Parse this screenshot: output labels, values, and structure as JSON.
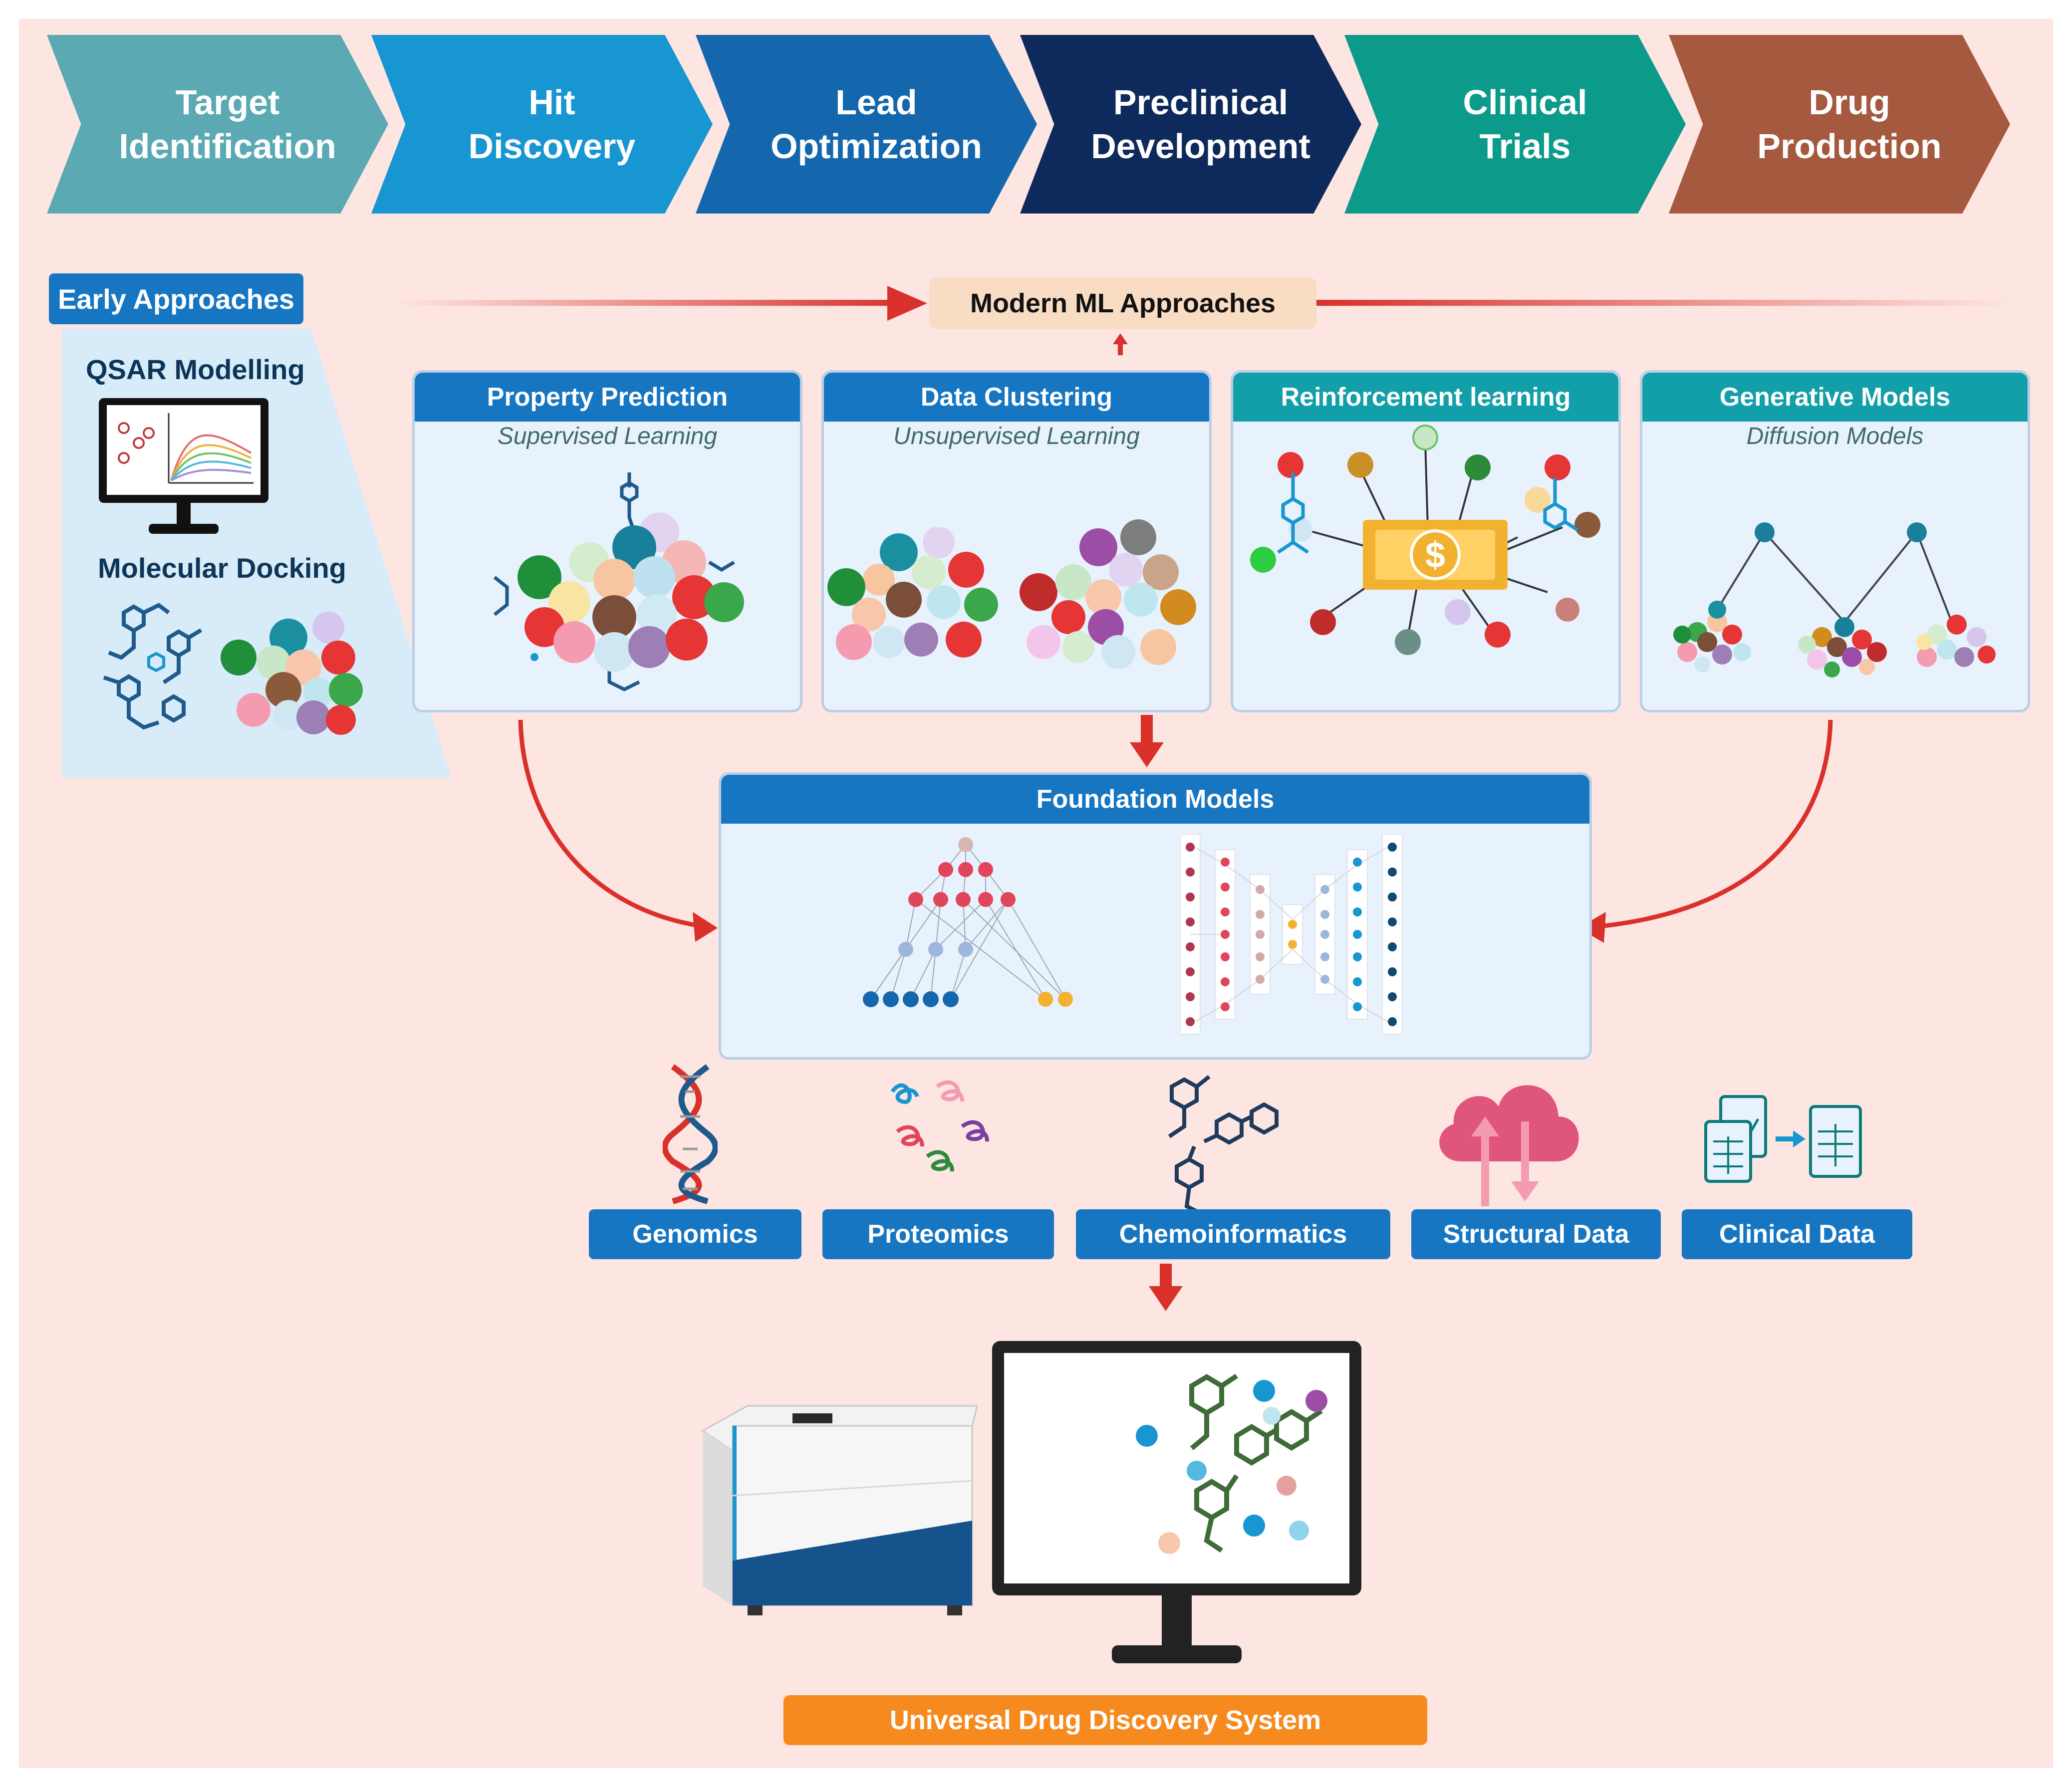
{
  "stages": [
    {
      "label": "Target\nIdentification",
      "color": "#5aa9b3"
    },
    {
      "label": "Hit\nDiscovery",
      "color": "#1896d2"
    },
    {
      "label": "Lead\nOptimization",
      "color": "#1567ad"
    },
    {
      "label": "Preclinical\nDevelopment",
      "color": "#0e2a5c"
    },
    {
      "label": "Clinical\nTrials",
      "color": "#0c9a8a"
    },
    {
      "label": "Drug\nProduction",
      "color": "#a55a3f"
    }
  ],
  "early": {
    "title": "Early Approaches",
    "qsar": "QSAR Modelling",
    "docking": "Molecular Docking"
  },
  "modern_ml": "Modern ML Approaches",
  "cards": [
    {
      "title": "Property Prediction",
      "subtitle": "Supervised Learning"
    },
    {
      "title": "Data Clustering",
      "subtitle": "Unsupervised Learning"
    },
    {
      "title": "Reinforcement learning",
      "subtitle": ""
    },
    {
      "title": "Generative Models",
      "subtitle": "Diffusion Models"
    }
  ],
  "foundation": "Foundation Models",
  "data_types": [
    "Genomics",
    "Proteomics",
    "Chemoinformatics",
    "Structural Data",
    "Clinical Data"
  ],
  "universal": "Universal Drug Discovery System",
  "colors": {
    "blue_header": "#1776c2",
    "teal_header": "#139fa9",
    "orange": "#f68a1f",
    "arrow_red": "#d9302a"
  }
}
